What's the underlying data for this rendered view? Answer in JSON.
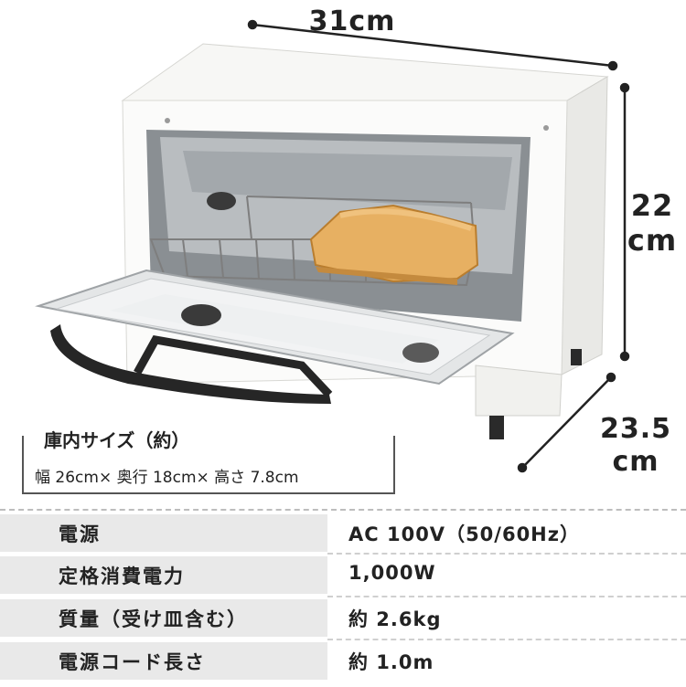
{
  "dimensions": {
    "width": "31cm",
    "height_value": "22",
    "height_unit": "cm",
    "depth_value": "23.5",
    "depth_unit": "cm"
  },
  "interior": {
    "title": "庫内サイズ（約）",
    "dims": "幅 26cm× 奥行 18cm× 高さ 7.8cm"
  },
  "specs": [
    {
      "label": "電源",
      "value": "AC 100V（50/60Hz）"
    },
    {
      "label": "定格消費電力",
      "value": "1,000W"
    },
    {
      "label": "質量（受け皿含む）",
      "value": "約 2.6kg"
    },
    {
      "label": "電源コード長さ",
      "value": "約 1.0m"
    }
  ],
  "colors": {
    "body": "#f3f3f1",
    "metal": "#d9d9d9",
    "dark": "#2b2b2b",
    "toast": "#e0a552",
    "table_label_bg": "#e9e9e9"
  }
}
